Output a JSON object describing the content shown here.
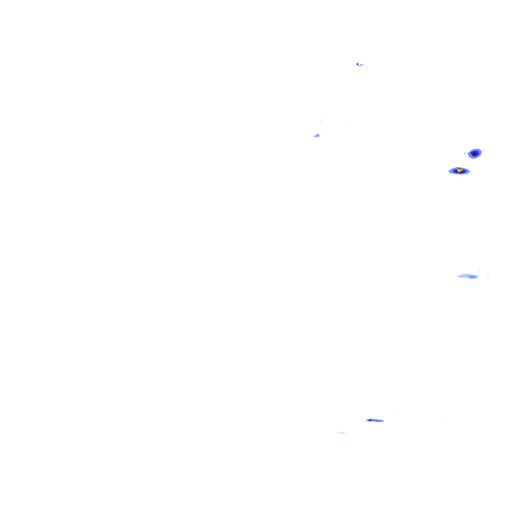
{
  "layer": {
    "type": "rain-radar-overlay",
    "background": "transparent",
    "palette": {
      "light_rain": "#a8c8ff",
      "moderate_rain": "#5a7bff",
      "heavy_rain": "#2b1fd6",
      "very_heavy_rain": "#1a0aa8",
      "core": "#f2b21b",
      "core_outline": "#3a2a00"
    }
  },
  "echoes": [
    {
      "id": "echo-north-small",
      "intensity": "light"
    },
    {
      "id": "echo-upper-middle",
      "intensity": "light"
    },
    {
      "id": "echo-east-upper",
      "intensity": "heavy"
    },
    {
      "id": "echo-east-core",
      "intensity": "very-heavy"
    },
    {
      "id": "echo-east-middle",
      "intensity": "light"
    },
    {
      "id": "echo-south",
      "intensity": "moderate"
    }
  ]
}
